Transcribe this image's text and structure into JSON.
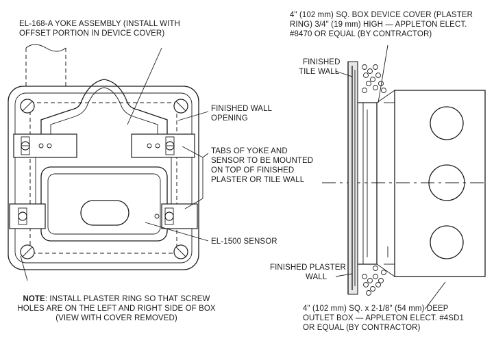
{
  "labels": {
    "yoke_assembly": [
      "EL-168-A YOKE ASSEMBLY (INSTALL WITH",
      "OFFSET PORTION IN DEVICE COVER)"
    ],
    "device_cover": [
      "4\" (102 mm) SQ. BOX DEVICE COVER (PLASTER",
      "RING) 3/4\" (19 mm) HIGH — APPLETON ELECT.",
      "#8470 OR EQUAL (BY CONTRACTOR)"
    ],
    "finished_tile_wall": [
      "FINISHED",
      "TILE WALL"
    ],
    "finished_wall_opening": [
      "FINISHED WALL",
      "OPENING"
    ],
    "tabs_note": [
      "TABS OF YOKE AND",
      "SENSOR TO BE MOUNTED",
      "ON TOP OF FINISHED",
      "PLASTER OR TILE WALL"
    ],
    "sensor": "EL-1500 SENSOR",
    "finished_plaster_wall": [
      "FINISHED PLASTER",
      "WALL"
    ],
    "outlet_box": [
      "4\" (102 mm) SQ. x 2-1/8\" (54 mm) DEEP",
      "OUTLET BOX — APPLETON ELECT. #4SD1",
      "OR EQUAL (BY CONTRACTOR)"
    ],
    "note": {
      "key": "NOTE",
      "line1_rest": ": INSTALL PLASTER RING SO THAT SCREW",
      "line2": "HOLES ARE ON THE LEFT AND RIGHT SIDE OF BOX",
      "line3": "(VIEW WITH COVER REMOVED)"
    }
  }
}
